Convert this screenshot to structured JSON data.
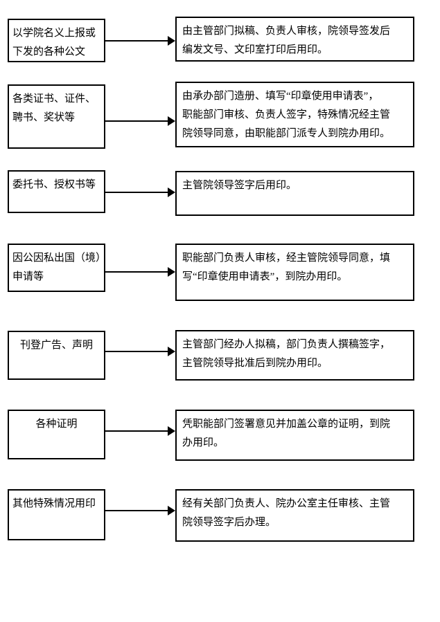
{
  "page": {
    "background_color": "#ffffff",
    "text_color": "#000000",
    "border_color": "#000000"
  },
  "flowchart": {
    "rows": [
      {
        "category": [
          "以学院名义上报或",
          "下发的各种公文"
        ],
        "procedure": [
          "由主管部门拟稿、负责人审核，院领导签发后",
          "编发文号、文印室打印后用印。"
        ]
      },
      {
        "category": [
          "各类证书、证件、",
          "聘书、奖状等"
        ],
        "procedure": [
          "由承办部门造册、填写“印章使用申请表”，",
          "职能部门审核、负责人签字，特殊情况经主管",
          "院领导同意，由职能部门派专人到院办用印。"
        ]
      },
      {
        "category": [
          "委托书、授权书等"
        ],
        "procedure": [
          "主管院领导签字后用印。"
        ]
      },
      {
        "category": [
          "因公因私出国（境）",
          "申请等"
        ],
        "procedure": [
          "职能部门负责人审核，经主管院领导同意，填",
          "写“印章使用申请表”，到院办用印。"
        ]
      },
      {
        "category": [
          "刊登广告、声明"
        ],
        "procedure": [
          "主管部门经办人拟稿，部门负责人撰稿签字，",
          "主管院领导批准后到院办用印。"
        ]
      },
      {
        "category": [
          "各种证明"
        ],
        "procedure": [
          "凭职能部门签署意见并加盖公章的证明，到院",
          "办用印。"
        ]
      },
      {
        "category": [
          "其他特殊情况用印"
        ],
        "procedure": [
          "经有关部门负责人、院办公室主任审核、主管",
          "院领导签字后办理。"
        ]
      }
    ]
  }
}
